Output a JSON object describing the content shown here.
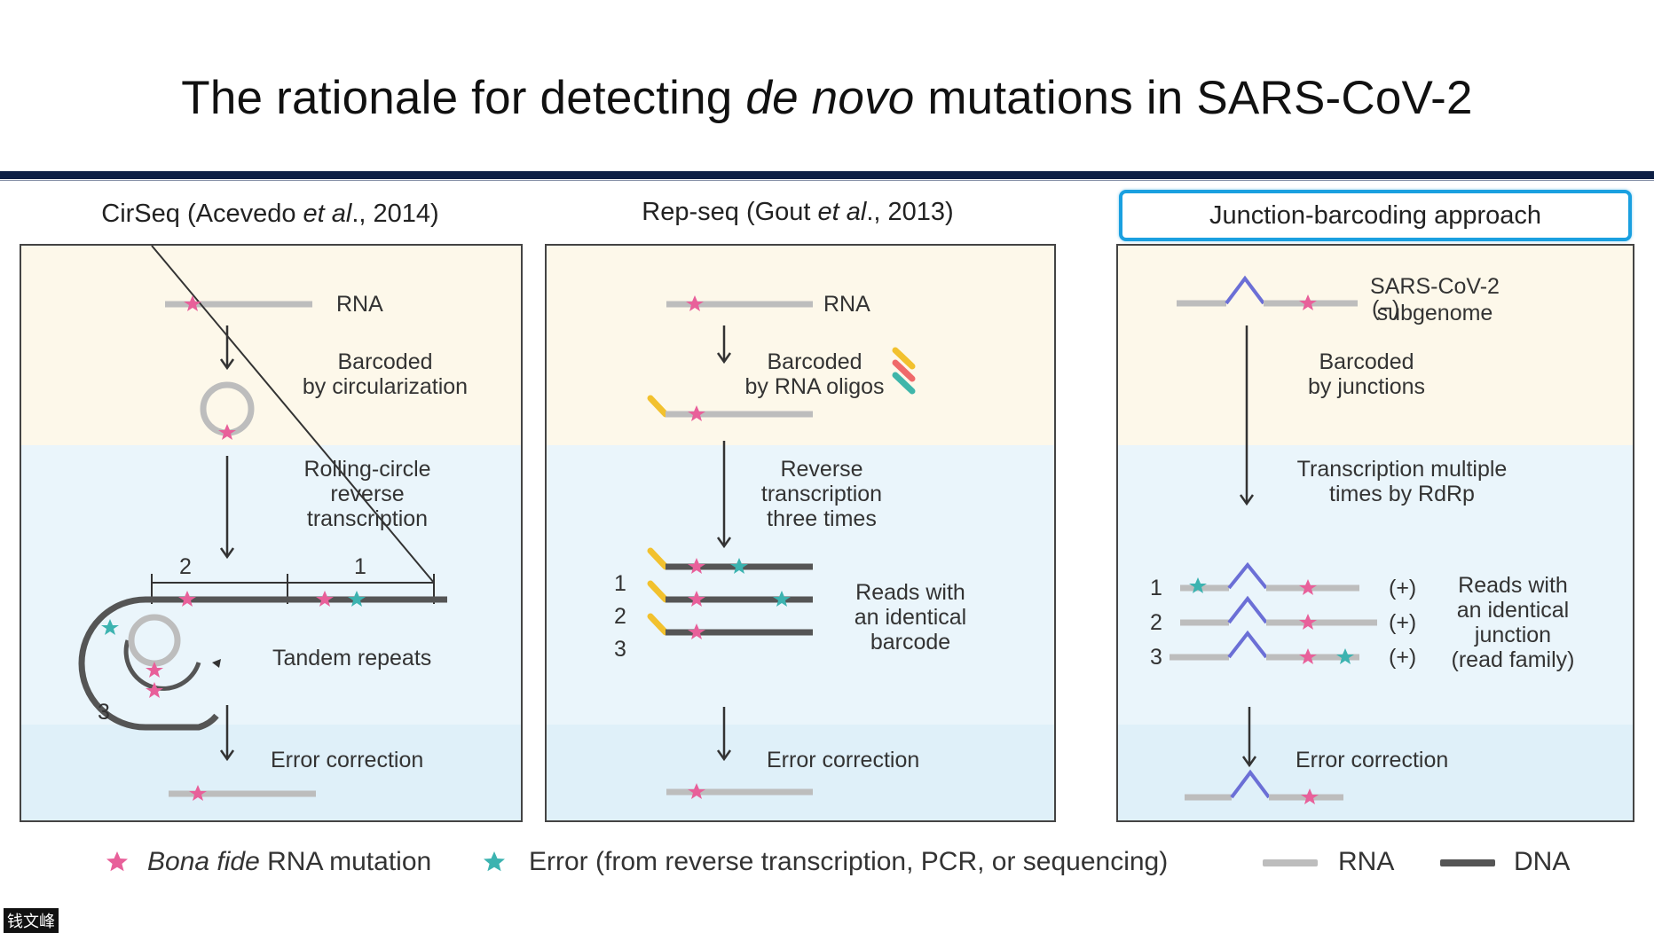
{
  "slide": {
    "title_pre": "The rationale for detecting ",
    "title_em": "de novo",
    "title_post": " mutations in SARS-CoV-2"
  },
  "panels": {
    "cirseq": {
      "heading_pre": "CirSeq (Acevedo ",
      "heading_em": "et al",
      "heading_post": "., 2014)",
      "rna": "RNA",
      "barcoded_1": "Barcoded",
      "barcoded_2": "by circularization",
      "rc_1": "Rolling-circle",
      "rc_2": "reverse",
      "rc_3": "transcription",
      "repeat_2": "2",
      "repeat_1": "1",
      "repeat_3": "3",
      "tandem": "Tandem repeats",
      "error_correction": "Error correction"
    },
    "repseq": {
      "heading_pre": "Rep-seq (Gout ",
      "heading_em": "et al",
      "heading_post": "., 2013)",
      "rna": "RNA",
      "barcoded_1": "Barcoded",
      "barcoded_2": "by RNA oligos",
      "rt_1": "Reverse",
      "rt_2": "transcription",
      "rt_3": "three times",
      "read_1": "1",
      "read_2": "2",
      "read_3": "3",
      "reads_1": "Reads with",
      "reads_2": "an identical",
      "reads_3": "barcode",
      "error_correction": "Error correction"
    },
    "junction": {
      "heading": "Junction-barcoding approach",
      "subgenome_1": "SARS-CoV-2",
      "subgenome_2": "subgenome",
      "minus": "(−)",
      "barcoded_1": "Barcoded",
      "barcoded_2": "by junctions",
      "tx_1": "Transcription multiple",
      "tx_2": "times by RdRp",
      "read_1": "1",
      "read_2": "2",
      "read_3": "3",
      "plus": "(+)",
      "reads_1": "Reads with",
      "reads_2": "an identical",
      "reads_3": "junction",
      "reads_4": "(read family)",
      "error_correction": "Error correction"
    }
  },
  "legend": {
    "bona_fide_em": "Bona fide",
    "bona_fide_rest": " RNA mutation",
    "error": "Error (from reverse transcription, PCR, or sequencing)",
    "rna": "RNA",
    "dna": "DNA"
  },
  "colors": {
    "rna_line": "#bdbdbd",
    "dna_line": "#555555",
    "bona_fide_star": "#e8609a",
    "error_star": "#3cb3b0",
    "junction": "#6b6fd6",
    "oligo_yellow": "#f2c12e",
    "oligo_red": "#ef6a6a",
    "oligo_teal": "#3fb6aa",
    "cream_band": "#fdf8ea",
    "blue_band": "#eaf5fb",
    "header_rule": "#0d1f45",
    "highlight_box": "#1aa0e0"
  },
  "watermark": "钱文峰"
}
